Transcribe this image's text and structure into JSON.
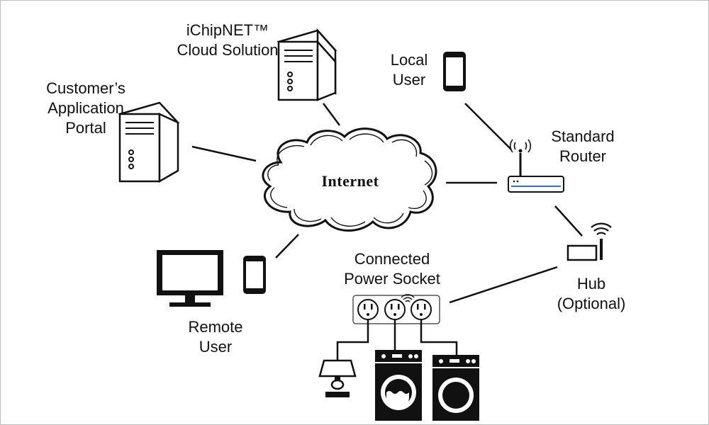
{
  "labels": {
    "cloud_solution": [
      "iChipNET™",
      "Cloud Solution"
    ],
    "customer_portal": [
      "Customer’s",
      "Application",
      "Portal"
    ],
    "internet": "Internet",
    "local_user": [
      "Local",
      "User"
    ],
    "router": [
      "Standard",
      "Router"
    ],
    "hub": [
      "Hub",
      "(Optional)"
    ],
    "power_socket": [
      "Connected",
      "Power Socket"
    ],
    "remote_user": [
      "Remote",
      "User"
    ]
  },
  "colors": {
    "line": "#111111",
    "device_fill": "#ffffff",
    "appliance_fill": "#111111",
    "router_stripe": "#2f6fd0"
  },
  "icons": [
    "server-icon",
    "smartphone-icon",
    "router-icon",
    "wifi-hub-icon",
    "monitor-icon",
    "power-strip-icon",
    "lamp-icon",
    "washing-machine-icon",
    "dryer-icon"
  ]
}
